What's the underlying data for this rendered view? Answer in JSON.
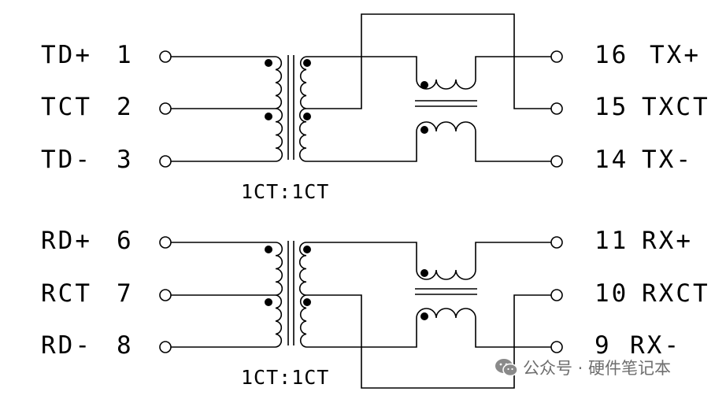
{
  "transformers": [
    {
      "left_pins": [
        {
          "label": "TD+",
          "number": "1"
        },
        {
          "label": "TCT",
          "number": "2"
        },
        {
          "label": "TD-",
          "number": "3"
        }
      ],
      "right_pins": [
        {
          "number": "16",
          "label": "TX+"
        },
        {
          "number": "15",
          "label": "TXCT"
        },
        {
          "number": "14",
          "label": "TX-"
        }
      ],
      "ratio": "1CT:1CT"
    },
    {
      "left_pins": [
        {
          "label": "RD+",
          "number": "6"
        },
        {
          "label": "RCT",
          "number": "7"
        },
        {
          "label": "RD-",
          "number": "8"
        }
      ],
      "right_pins": [
        {
          "number": "11",
          "label": "RX+"
        },
        {
          "number": "10",
          "label": "RXCT"
        },
        {
          "number": "9",
          "label": "RX-"
        }
      ],
      "ratio": "1CT:1CT"
    }
  ],
  "watermark": {
    "icon": "wechat-icon",
    "text": "公众号 · 硬件笔记本"
  }
}
